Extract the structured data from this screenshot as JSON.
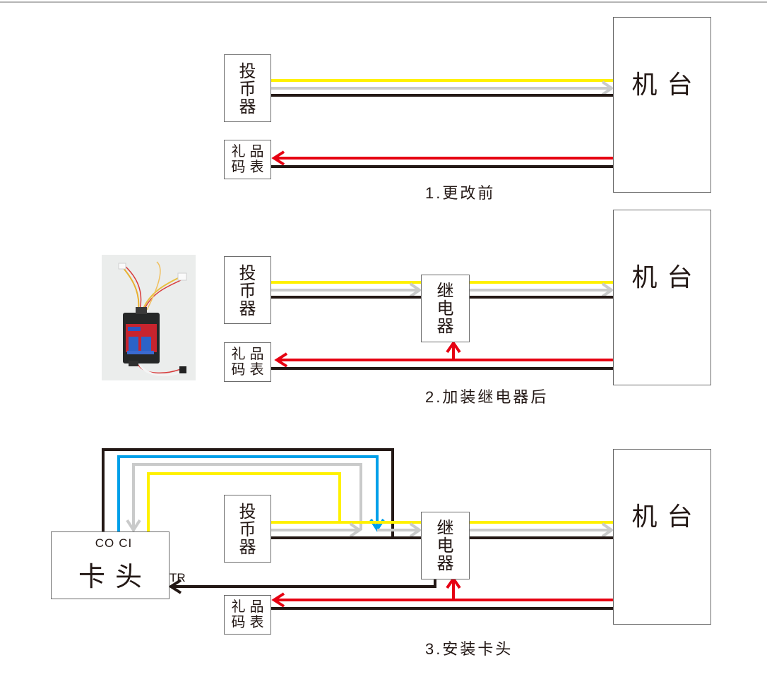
{
  "colors": {
    "signal_yellow": "#fff100",
    "signal_gray": "#c9caca",
    "ground_black": "#231815",
    "ticket_red": "#e60012",
    "card_blue": "#00a0e9",
    "box_border": "#6b6b6b"
  },
  "labels": {
    "coin_acceptor": [
      "投",
      "币",
      "器"
    ],
    "gift_meter": [
      "礼品",
      "码表"
    ],
    "machine": "机台",
    "relay": [
      "继",
      "电",
      "器"
    ],
    "card_reader": "卡头",
    "card_ports": [
      "CO",
      "CI"
    ],
    "tr_port": "TR"
  },
  "diagrams": [
    {
      "id": "before",
      "caption_num": "1.",
      "caption_text": "更改前",
      "components": [
        "coin_acceptor",
        "gift_meter",
        "machine"
      ]
    },
    {
      "id": "with-relay",
      "caption_num": "2.",
      "caption_text": "加装继电器后",
      "components": [
        "coin_acceptor",
        "gift_meter",
        "relay",
        "machine"
      ],
      "photo": "relay-module-photo"
    },
    {
      "id": "with-card-reader",
      "caption_num": "3.",
      "caption_text": "安装卡头",
      "components": [
        "card_reader",
        "coin_acceptor",
        "gift_meter",
        "relay",
        "machine"
      ]
    }
  ]
}
